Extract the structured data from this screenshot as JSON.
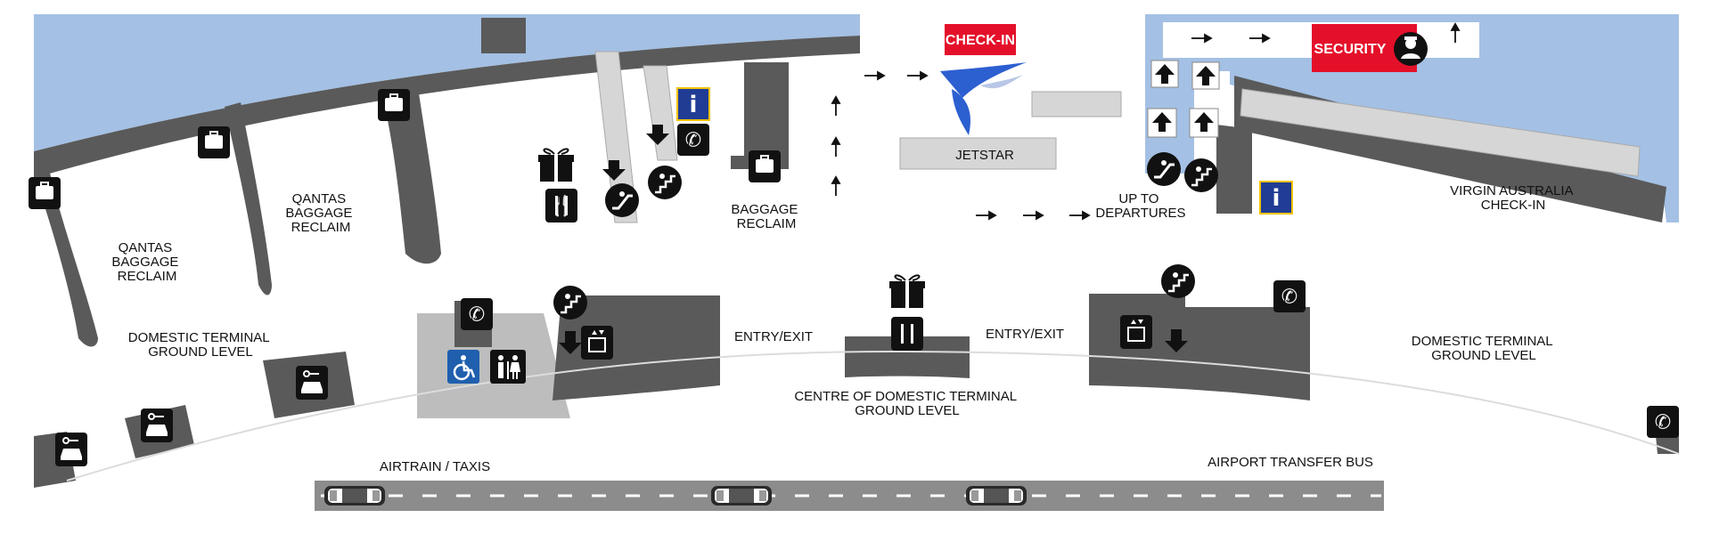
{
  "colors": {
    "water": "#a4c0e4",
    "building": "#5a5a5a",
    "building_light": "#bdbdbd",
    "belt": "#d6d6d6",
    "road": "#8c8c8c",
    "sign_red": "#e4102a",
    "info_blue": "#203c94",
    "accessible_blue": "#1f5fae",
    "jetstar_blue": "#2c5fd0"
  },
  "signs": {
    "check_in": "CHECK-IN",
    "security": "SECURITY"
  },
  "labels": {
    "qantas_reclaim_left": [
      "QANTAS",
      "BAGGAGE",
      "RECLAIM"
    ],
    "qantas_reclaim_mid": [
      "QANTAS",
      "BAGGAGE",
      "RECLAIM"
    ],
    "baggage_reclaim": [
      "BAGGAGE",
      "RECLAIM"
    ],
    "jetstar": "JETSTAR",
    "up_to_departures": [
      "UP TO",
      "DEPARTURES"
    ],
    "virgin_checkin": [
      "VIRGIN AUSTRALIA",
      "CHECK-IN"
    ],
    "domestic_left": [
      "DOMESTIC TERMINAL",
      "GROUND LEVEL"
    ],
    "domestic_right": [
      "DOMESTIC TERMINAL",
      "GROUND LEVEL"
    ],
    "entry_exit_left": "ENTRY/EXIT",
    "entry_exit_right": "ENTRY/EXIT",
    "centre": [
      "CENTRE OF DOMESTIC TERMINAL",
      "GROUND LEVEL"
    ],
    "airtrain_taxis": "AIRTRAIN / TAXIS",
    "transfer_bus": "AIRPORT TRANSFER BUS"
  },
  "icons": [
    "baggage-icon",
    "information-icon",
    "telephone-icon",
    "gift-shop-icon",
    "restaurant-icon",
    "escalator-icon",
    "stairs-icon",
    "lift-icon",
    "accessible-icon",
    "toilets-icon",
    "car-rental-icon",
    "security-officer-icon",
    "jetstar-logo",
    "car-icon",
    "arrow-icon"
  ]
}
